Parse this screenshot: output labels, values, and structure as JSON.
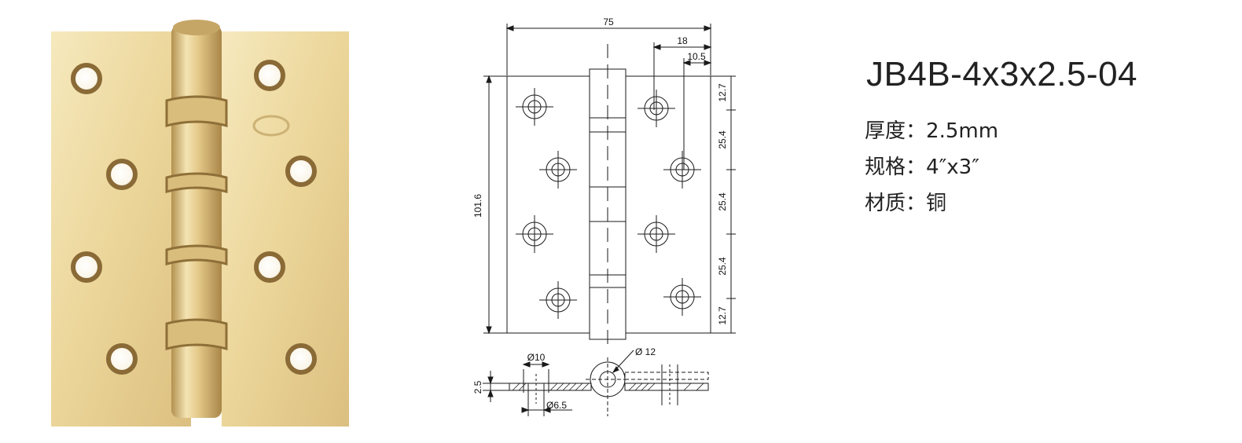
{
  "product": {
    "model": "JB4B-4x3x2.5-04",
    "specs": [
      {
        "label": "厚度",
        "separator": "：",
        "value": "2.5mm"
      },
      {
        "label": "规格",
        "separator": "：",
        "value": "4″x3″"
      },
      {
        "label": "材质",
        "separator": "：",
        "value": "铜"
      }
    ]
  },
  "drawing": {
    "dims": {
      "overall_width": "75",
      "offset_18": "18",
      "offset_10_5": "10.5",
      "height": "101.6",
      "right_12_7_top": "12.7",
      "right_25_4_a": "25.4",
      "right_25_4_b": "25.4",
      "right_25_4_c": "25.4",
      "right_12_7_bottom": "12.7",
      "counterbore_dia": "Ø10",
      "hole_dia": "Ø6.5",
      "knuckle_dia": "Ø 12",
      "thickness": "2.5"
    }
  },
  "colors": {
    "brass_light": "#F1DFA6",
    "brass_mid": "#E3C887",
    "brass_dark": "#B99658",
    "line": "#1a1a1a"
  }
}
